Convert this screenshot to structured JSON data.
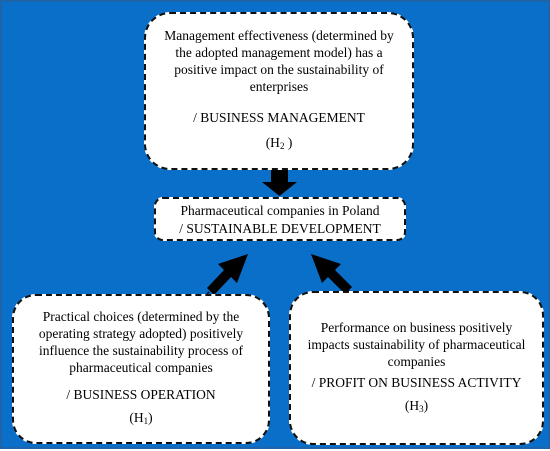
{
  "colors": {
    "background": "#0a6fc8",
    "box_fill": "#ffffff",
    "box_border": "#111111",
    "arrow": "#000000"
  },
  "nodes": {
    "top": {
      "text": "Management effectiveness (determined by the adopted management model) has a positive impact on the sustainability of enterprises",
      "category": "/ BUSINESS MANAGEMENT",
      "hypothesis_prefix": "(H",
      "hypothesis_sub": "2",
      "hypothesis_suffix": " )"
    },
    "center": {
      "text": "Pharmaceutical companies in Poland",
      "category": "/ SUSTAINABLE DEVELOPMENT"
    },
    "left": {
      "text": "Practical choices (determined by the operating strategy adopted) positively influence the sustainability process of pharmaceutical companies",
      "category": "/ BUSINESS OPERATION",
      "hypothesis_prefix": "(H",
      "hypothesis_sub": "1",
      "hypothesis_suffix": ")"
    },
    "right": {
      "text": "Performance on business positively impacts sustainability of pharmaceutical companies",
      "category": "/ PROFIT ON BUSINESS ACTIVITY",
      "hypothesis_prefix": "(H",
      "hypothesis_sub": "3",
      "hypothesis_suffix": ")"
    }
  },
  "edges": [
    {
      "from": "top",
      "to": "center"
    },
    {
      "from": "left",
      "to": "center"
    },
    {
      "from": "right",
      "to": "center"
    }
  ]
}
